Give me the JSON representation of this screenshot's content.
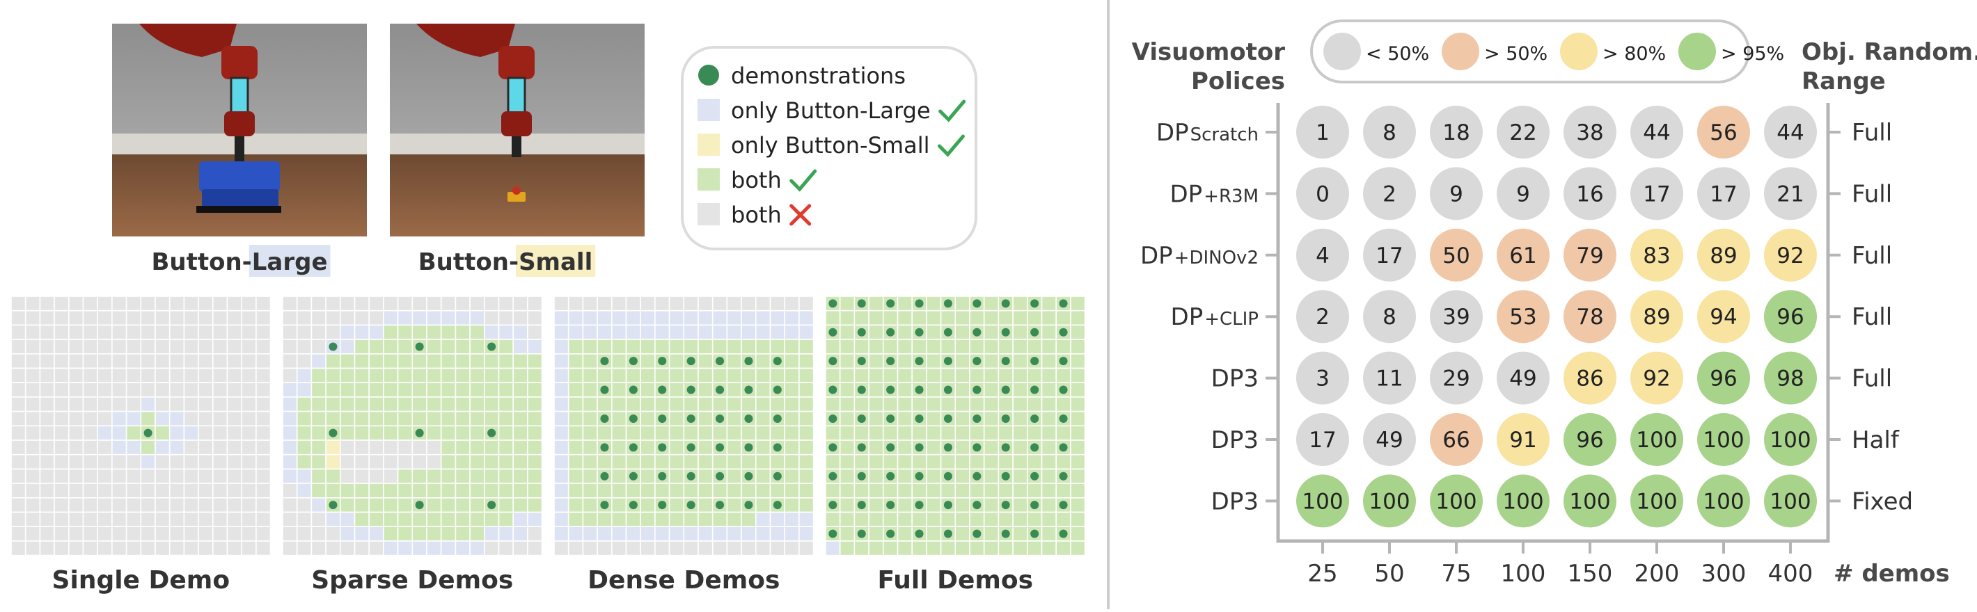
{
  "left": {
    "photos": [
      {
        "caption_prefix": "Button-",
        "caption_highlight": "Large",
        "highlight_color": "#dce4f4"
      },
      {
        "caption_prefix": "Button-",
        "caption_highlight": "Small",
        "highlight_color": "#f8efc2"
      }
    ],
    "legend": {
      "items": [
        {
          "swatch": "dot",
          "color": "#3a8a55",
          "label": "demonstrations",
          "mark": ""
        },
        {
          "swatch": "square",
          "color": "#dde3f3",
          "label": "only Button-Large",
          "mark": "check"
        },
        {
          "swatch": "square",
          "color": "#f8efc0",
          "label": "only Button-Small",
          "mark": "check"
        },
        {
          "swatch": "square",
          "color": "#cfe6b6",
          "label": "both",
          "mark": "check"
        },
        {
          "swatch": "square",
          "color": "#e4e4e4",
          "label": "both",
          "mark": "cross"
        }
      ],
      "check_color": "#3aa552",
      "cross_color": "#e03a30"
    },
    "grids": [
      {
        "label": "Single Demo",
        "fill": "single"
      },
      {
        "label": "Sparse Demos",
        "fill": "sparse"
      },
      {
        "label": "Dense Demos",
        "fill": "dense"
      },
      {
        "label": "Full Demos",
        "fill": "full"
      }
    ],
    "cell_colors": {
      "none": "#e4e4e4",
      "large": "#dde3f3",
      "small": "#f8efc0",
      "both": "#cfe6b6",
      "dot": "#3a8a55"
    }
  },
  "chart_data": {
    "type": "table",
    "title": "",
    "row_header": [
      "Visuomotor",
      "Polices"
    ],
    "right_header": [
      "Obj. Random.",
      "Range"
    ],
    "xlabel": "# demos",
    "x": [
      25,
      50,
      75,
      100,
      150,
      200,
      300,
      400
    ],
    "legend": [
      {
        "label": "< 50%",
        "color": "#d9d9d9"
      },
      {
        "label": "> 50%",
        "color": "#f0c8a8"
      },
      {
        "label": "> 80%",
        "color": "#f9e3a0"
      },
      {
        "label": "> 95%",
        "color": "#a7d38a"
      }
    ],
    "rows": [
      {
        "method": "DP",
        "sub": "Scratch",
        "range": "Full",
        "values": [
          1,
          8,
          18,
          22,
          38,
          44,
          56,
          44
        ]
      },
      {
        "method": "DP",
        "sub": "+R3M",
        "range": "Full",
        "values": [
          0,
          2,
          9,
          9,
          16,
          17,
          17,
          21
        ]
      },
      {
        "method": "DP",
        "sub": "+DINOv2",
        "range": "Full",
        "values": [
          4,
          17,
          50,
          61,
          79,
          83,
          89,
          92
        ]
      },
      {
        "method": "DP",
        "sub": "+CLIP",
        "range": "Full",
        "values": [
          2,
          8,
          39,
          53,
          78,
          89,
          94,
          96
        ]
      },
      {
        "method": "DP3",
        "sub": "",
        "range": "Full",
        "values": [
          3,
          11,
          29,
          49,
          86,
          92,
          96,
          98
        ]
      },
      {
        "method": "DP3",
        "sub": "",
        "range": "Half",
        "values": [
          17,
          49,
          66,
          91,
          96,
          100,
          100,
          100
        ]
      },
      {
        "method": "DP3",
        "sub": "",
        "range": "Fixed",
        "values": [
          100,
          100,
          100,
          100,
          100,
          100,
          100,
          100
        ]
      }
    ]
  }
}
